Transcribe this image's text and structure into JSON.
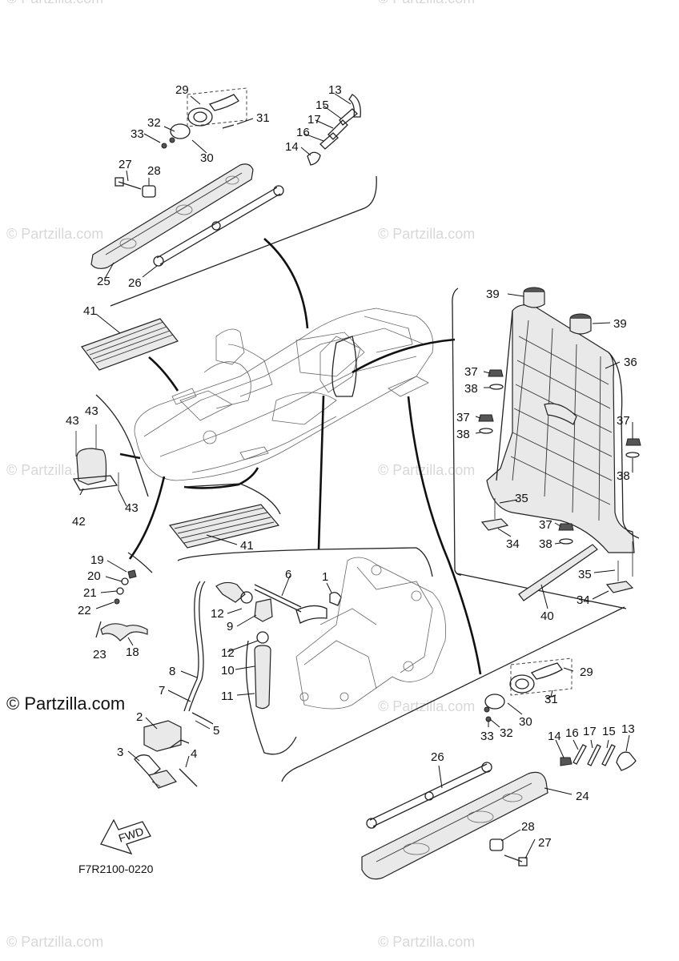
{
  "watermarks": {
    "top_left": "© Partzilla.com",
    "top_right": "© Partzilla.com",
    "mid_left": "© Partzilla.com",
    "mid_right": "© Partzilla.com",
    "low_left": "© Partzilla.com",
    "low_right": "© Partzilla.com",
    "bottom_left": "© Partzilla.com",
    "bottom_right": "© Partzilla.com"
  },
  "brand": "© Partzilla.com",
  "diagram_code": "F7R2100-0220",
  "fwd_label": "FWD",
  "callouts": {
    "c29a": "29",
    "c32a": "32",
    "c33a": "33",
    "c30a": "30",
    "c31a": "31",
    "c13a": "13",
    "c15a": "15",
    "c17a": "17",
    "c16a": "16",
    "c14a": "14",
    "c27a": "27",
    "c28a": "28",
    "c25": "25",
    "c26a": "26",
    "c41a": "41",
    "c41b": "41",
    "c43a": "43",
    "c43b": "43",
    "c43c": "43",
    "c42": "42",
    "c39a": "39",
    "c39b": "39",
    "c36": "36",
    "c37a": "37",
    "c38a": "38",
    "c37b": "37",
    "c38b": "38",
    "c37c": "37",
    "c38c": "38",
    "c35a": "35",
    "c34a": "34",
    "c37d": "37",
    "c38d": "38",
    "c35b": "35",
    "c34b": "34",
    "c40": "40",
    "c19": "19",
    "c20": "20",
    "c21": "21",
    "c22": "22",
    "c23": "23",
    "c18": "18",
    "c6": "6",
    "c1": "1",
    "c12a": "12",
    "c9": "9",
    "c12b": "12",
    "c10": "10",
    "c11": "11",
    "c8": "8",
    "c7": "7",
    "c2": "2",
    "c5": "5",
    "c3": "3",
    "c4": "4",
    "c29b": "29",
    "c31b": "31",
    "c30b": "30",
    "c32b": "32",
    "c33b": "33",
    "c14b": "14",
    "c16b": "16",
    "c17b": "17",
    "c15b": "15",
    "c13b": "13",
    "c26b": "26",
    "c24": "24",
    "c28b": "28",
    "c27b": "27"
  }
}
